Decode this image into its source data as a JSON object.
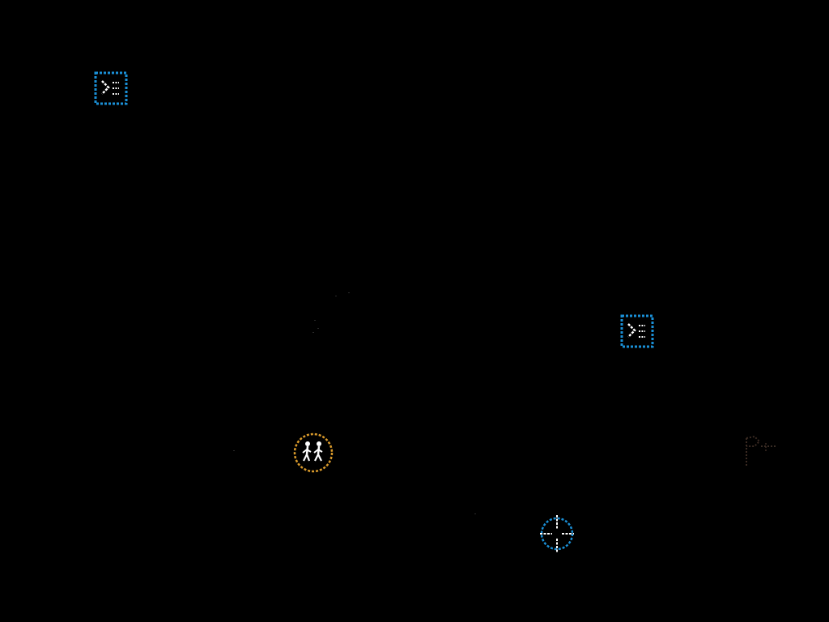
{
  "colors": {
    "background": "#000000",
    "terminal_marker": "#1a8fd6",
    "group_marker": "#d99a2b",
    "target_marker": "#1a8fd6",
    "flag_marker": "#3a2a22",
    "glyph": "#ffffff"
  },
  "markers": [
    {
      "icon": "terminal-prompt-icon",
      "shape": "dashed-square",
      "color": "#1a8fd6"
    },
    {
      "icon": "terminal-prompt-icon",
      "shape": "dashed-square",
      "color": "#1a8fd6"
    },
    {
      "icon": "walking-people-icon",
      "shape": "dashed-circle",
      "color": "#d99a2b"
    },
    {
      "icon": "crosshair-icon",
      "shape": "dashed-circle",
      "color": "#1a8fd6"
    },
    {
      "icon": "flag-icon",
      "shape": "none",
      "color": "#3a2a22"
    }
  ]
}
